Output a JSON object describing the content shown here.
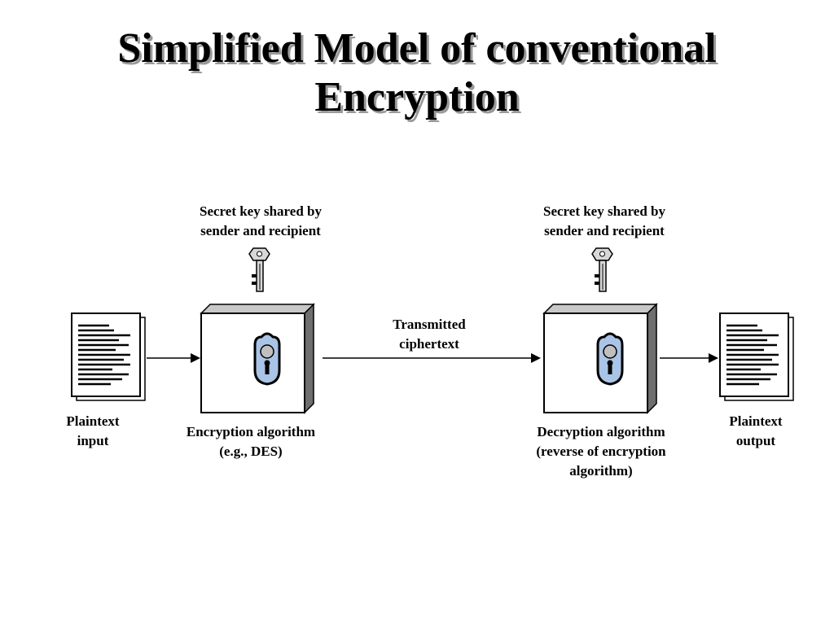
{
  "title": {
    "line1": "Simplified Model of conventional",
    "line2": "Encryption"
  },
  "labels": {
    "key_left": [
      "Secret key shared by",
      "sender and recipient"
    ],
    "key_right": [
      "Secret key shared by",
      "sender and recipient"
    ],
    "transmitted": [
      "Transmitted",
      "ciphertext"
    ],
    "plaintext_input": [
      "Plaintext",
      "input"
    ],
    "encryption": [
      "Encryption algorithm",
      "(e.g., DES)"
    ],
    "decryption": [
      "Decryption algorithm",
      "(reverse of encryption",
      "algorithm)"
    ],
    "plaintext_output": [
      "Plaintext",
      "output"
    ]
  },
  "colors": {
    "lock_fill": "#a9c4e6",
    "box_side": "#6e6e6e",
    "box_top": "#c8c8c8",
    "key_fill": "#d7d7d7"
  }
}
